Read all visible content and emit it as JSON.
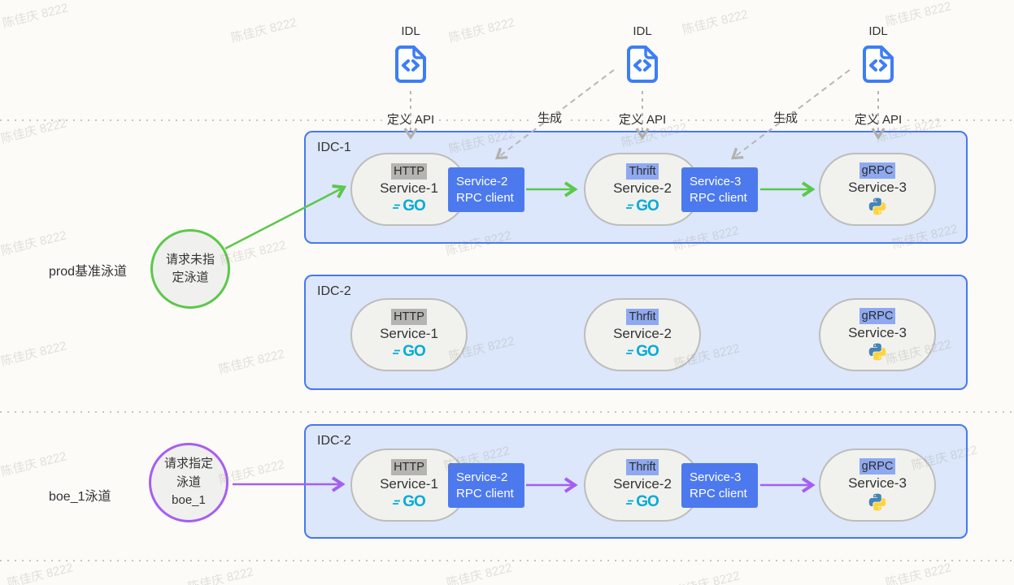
{
  "watermark": {
    "text": "陈佳庆 8222"
  },
  "annotations": {
    "idl_label": "IDL",
    "define_api": "定义 API",
    "generate": "生成"
  },
  "lanes": [
    {
      "name": "prod基准泳道",
      "request_lines": [
        "请求未指",
        "定泳道"
      ],
      "accent": "#5bc84a"
    },
    {
      "name": "boe_1泳道",
      "request_lines": [
        "请求指定",
        "泳道",
        "boe_1"
      ],
      "accent": "#a55ef2"
    }
  ],
  "clusters": [
    {
      "label": "IDC-1",
      "services": [
        {
          "protocol": "HTTP",
          "name": "Service-1",
          "runtime": "go"
        },
        {
          "protocol": "Thrift",
          "name": "Service-2",
          "runtime": "go"
        },
        {
          "protocol": "gRPC",
          "name": "Service-3",
          "runtime": "python"
        }
      ],
      "rpc_clients": [
        {
          "title": "Service-2",
          "subtitle": "RPC client"
        },
        {
          "title": "Service-3",
          "subtitle": "RPC client"
        }
      ]
    },
    {
      "label": "IDC-2",
      "services": [
        {
          "protocol": "HTTP",
          "name": "Service-1",
          "runtime": "go"
        },
        {
          "protocol": "Thrfit",
          "name": "Service-2",
          "runtime": "go"
        },
        {
          "protocol": "gRPC",
          "name": "Service-3",
          "runtime": "python"
        }
      ],
      "rpc_clients": []
    },
    {
      "label": "IDC-2",
      "services": [
        {
          "protocol": "HTTP",
          "name": "Service-1",
          "runtime": "go"
        },
        {
          "protocol": "Thrift",
          "name": "Service-2",
          "runtime": "go"
        },
        {
          "protocol": "gRPC",
          "name": "Service-3",
          "runtime": "python"
        }
      ],
      "rpc_clients": [
        {
          "title": "Service-2",
          "subtitle": "RPC client"
        },
        {
          "title": "Service-3",
          "subtitle": "RPC client"
        }
      ]
    }
  ],
  "logos": {
    "go_text": "GO"
  },
  "colors": {
    "idc_border": "#4678f2",
    "idc_fill": "#dce7fb",
    "rpc_fill": "#4c79ee",
    "tag_gray": "#b5b4b1",
    "tag_blue": "#8ea9ef",
    "green_accent": "#5bc84a",
    "purple_accent": "#a55ef2",
    "go_cyan": "#00acd7",
    "python_blue": "#4584b6",
    "python_yellow": "#ffd43b",
    "idl_blue": "#3d7ef5"
  }
}
